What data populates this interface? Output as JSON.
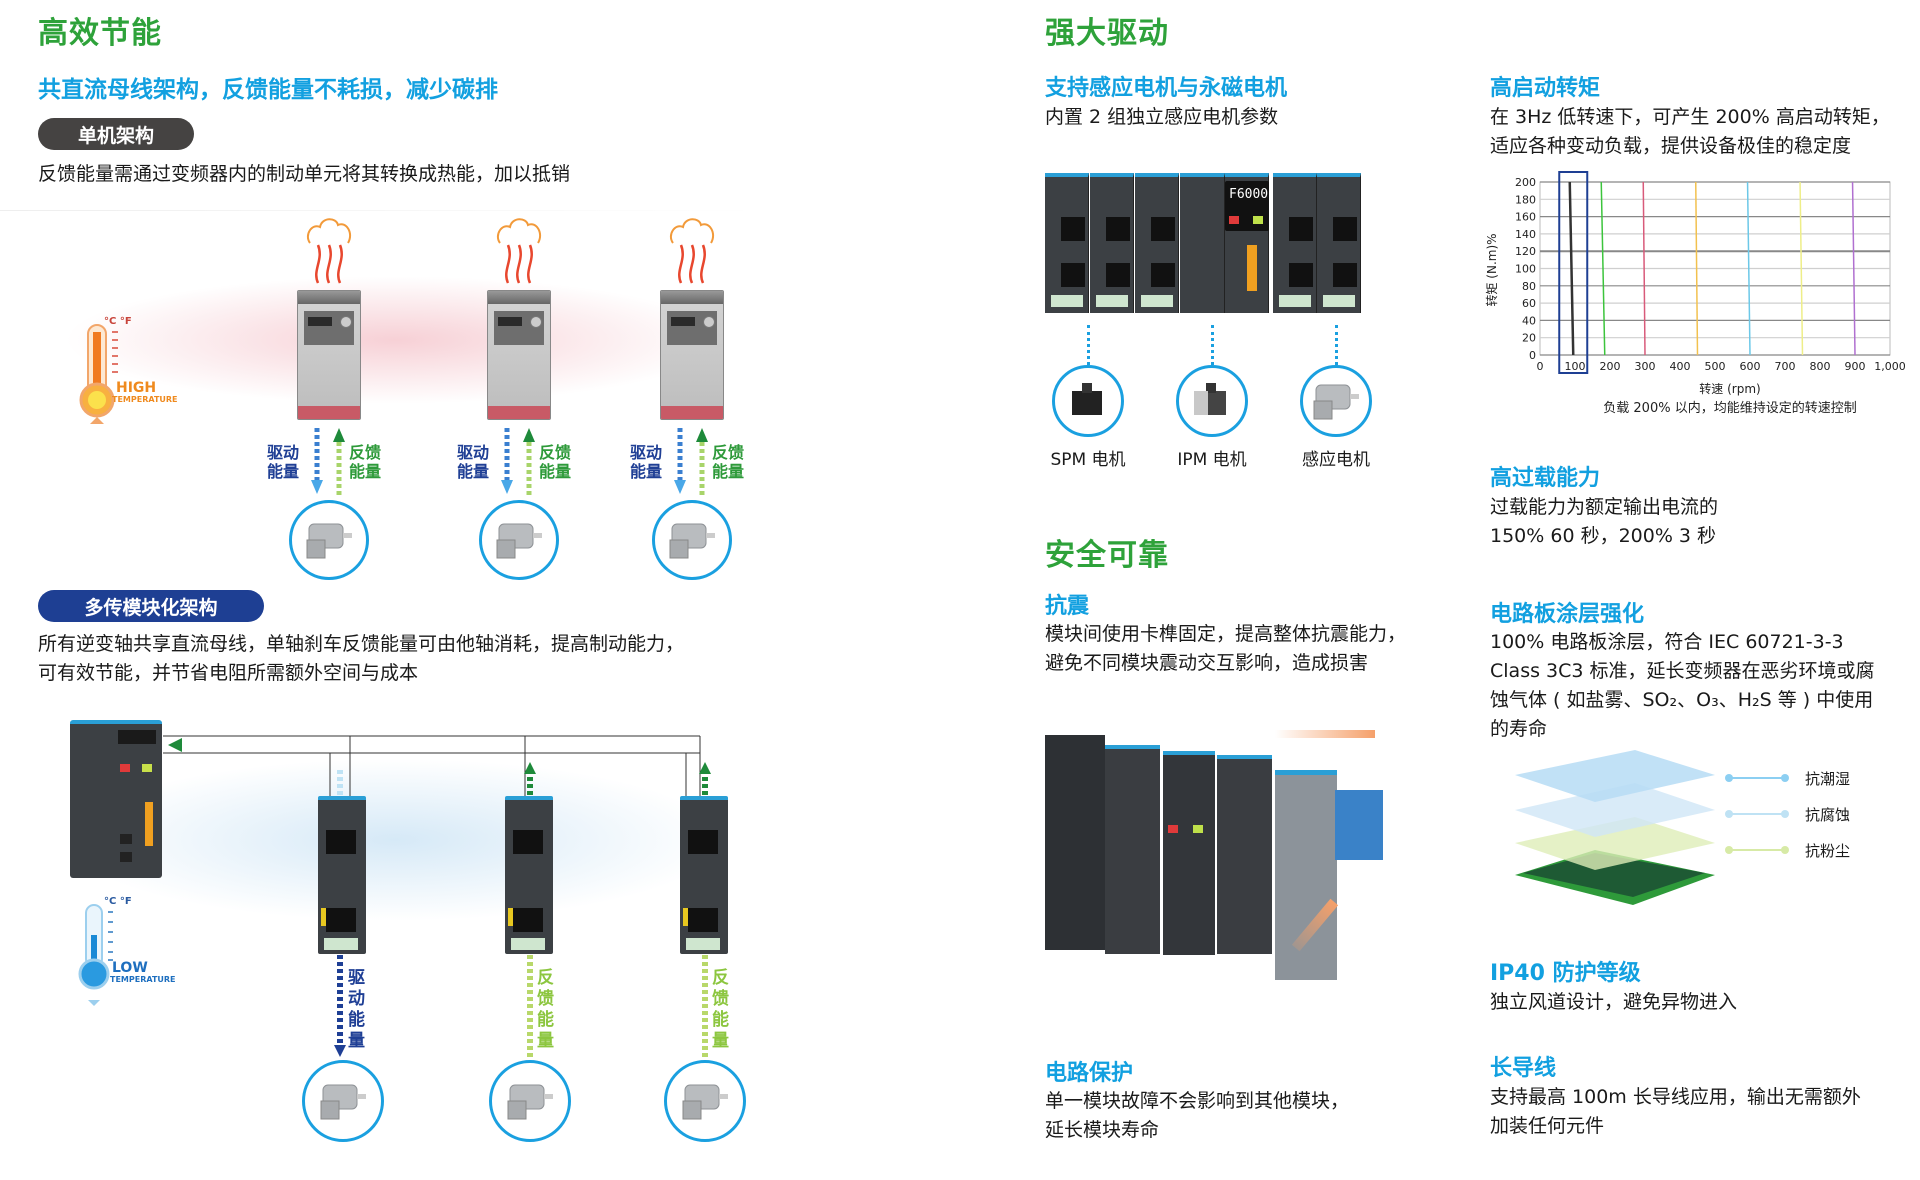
{
  "left": {
    "title": "高效节能",
    "subtitle": "共直流母线架构，反馈能量不耗损，减少碳排",
    "single": {
      "pill": "单机架构",
      "desc": "反馈能量需通过变频器内的制动单元将其转换成热能，加以抵销",
      "thermo_units": "°C °F",
      "thermo_big": "HIGH",
      "thermo_small": "TEMPERATURE",
      "drive_label": [
        "驱动",
        "能量"
      ],
      "feedback_label": [
        "反馈",
        "能量"
      ]
    },
    "multi": {
      "pill": "多传模块化架构",
      "desc_line1": "所有逆变轴共享直流母线，单轴刹车反馈能量可由他轴消耗，提高制动能力，",
      "desc_line2": "可有效节能，并节省电阻所需额外空间与成本",
      "thermo_units": "°C °F",
      "thermo_big": "LOW",
      "thermo_small": "TEMPERATURE",
      "axis_labels": [
        {
          "chars": [
            "驱",
            "动",
            "能",
            "量"
          ]
        },
        {
          "chars": [
            "反",
            "馈",
            "能",
            "量"
          ]
        },
        {
          "chars": [
            "反",
            "馈",
            "能",
            "量"
          ]
        }
      ]
    }
  },
  "middle": {
    "title": "强大驱动",
    "motor_support": {
      "heading": "支持感应电机与永磁电机",
      "desc": "内置 2 组独立感应电机参数",
      "display_text": "F6000",
      "motors": [
        "SPM 电机",
        "IPM 电机",
        "感应电机"
      ]
    },
    "safety_title": "安全可靠",
    "anti_vibration": {
      "heading": "抗震",
      "line1": "模块间使用卡榫固定，提高整体抗震能力，",
      "line2": "避免不同模块震动交互影响，造成损害"
    },
    "circuit_protection": {
      "heading": "电路保护",
      "line1": "单一模块故障不会影响到其他模块，",
      "line2": "延长模块寿命"
    }
  },
  "right": {
    "high_torque": {
      "heading": "高启动转矩",
      "line1": "在 3Hz 低转速下，可产生 200% 高启动转矩，",
      "line2": "适应各种变动负载，提供设备极佳的稳定度",
      "caption": "负载 200% 以内，均能维持设定的转速控制"
    },
    "overload": {
      "heading": "高过载能力",
      "line1": "过载能力为额定输出电流的",
      "line2": "150% 60 秒，200% 3 秒"
    },
    "coating": {
      "heading": "电路板涂层强化",
      "line1": "100% 电路板涂层，符合 IEC 60721-3-3",
      "line2": "Class 3C3 标准，延长变频器在恶劣环境或腐",
      "line3": "蚀气体 ( 如盐雾、SO₂、O₃、H₂S 等 ) 中使用",
      "line4": "的寿命",
      "layers": [
        {
          "label": "抗潮湿",
          "color": "#8ccff2"
        },
        {
          "label": "抗腐蚀",
          "color": "#bfe2f4"
        },
        {
          "label": "抗粉尘",
          "color": "#d7eaa6"
        }
      ]
    },
    "ip40": {
      "heading": "IP40 防护等级",
      "desc": "独立风道设计，避免异物进入"
    },
    "long_cable": {
      "heading": "长导线",
      "line1": "支持最高 100m 长导线应用，输出无需额外",
      "line2": "加装任何元件"
    }
  },
  "chart_data": {
    "type": "line",
    "title": "",
    "xlabel": "转速 (rpm)",
    "ylabel": "转矩 (N.m)%",
    "xlim": [
      0,
      1000
    ],
    "ylim": [
      0,
      200
    ],
    "xticks": [
      "0",
      "100",
      "200",
      "300",
      "400",
      "500",
      "600",
      "700",
      "800",
      "900",
      "1,000"
    ],
    "yticks": [
      "0",
      "20",
      "40",
      "60",
      "80",
      "100",
      "120",
      "140",
      "160",
      "180",
      "200"
    ],
    "grid": true,
    "highlight_range_x": [
      55,
      135
    ],
    "series": [
      {
        "name": "100 rpm",
        "color": "#333333",
        "points": [
          [
            85,
            200
          ],
          [
            95,
            0
          ]
        ]
      },
      {
        "name": "200 rpm",
        "color": "#3cc43c",
        "points": [
          [
            175,
            200
          ],
          [
            185,
            0
          ]
        ]
      },
      {
        "name": "300 rpm",
        "color": "#d85a7a",
        "points": [
          [
            295,
            200
          ],
          [
            300,
            0
          ]
        ]
      },
      {
        "name": "450 rpm",
        "color": "#f2c14e",
        "points": [
          [
            445,
            200
          ],
          [
            450,
            0
          ]
        ]
      },
      {
        "name": "600 rpm",
        "color": "#6cc8e8",
        "points": [
          [
            593,
            200
          ],
          [
            600,
            0
          ]
        ]
      },
      {
        "name": "750 rpm",
        "color": "#eeee88",
        "points": [
          [
            743,
            200
          ],
          [
            750,
            0
          ]
        ]
      },
      {
        "name": "900 rpm",
        "color": "#b070d0",
        "points": [
          [
            893,
            200
          ],
          [
            900,
            0
          ]
        ]
      }
    ]
  }
}
